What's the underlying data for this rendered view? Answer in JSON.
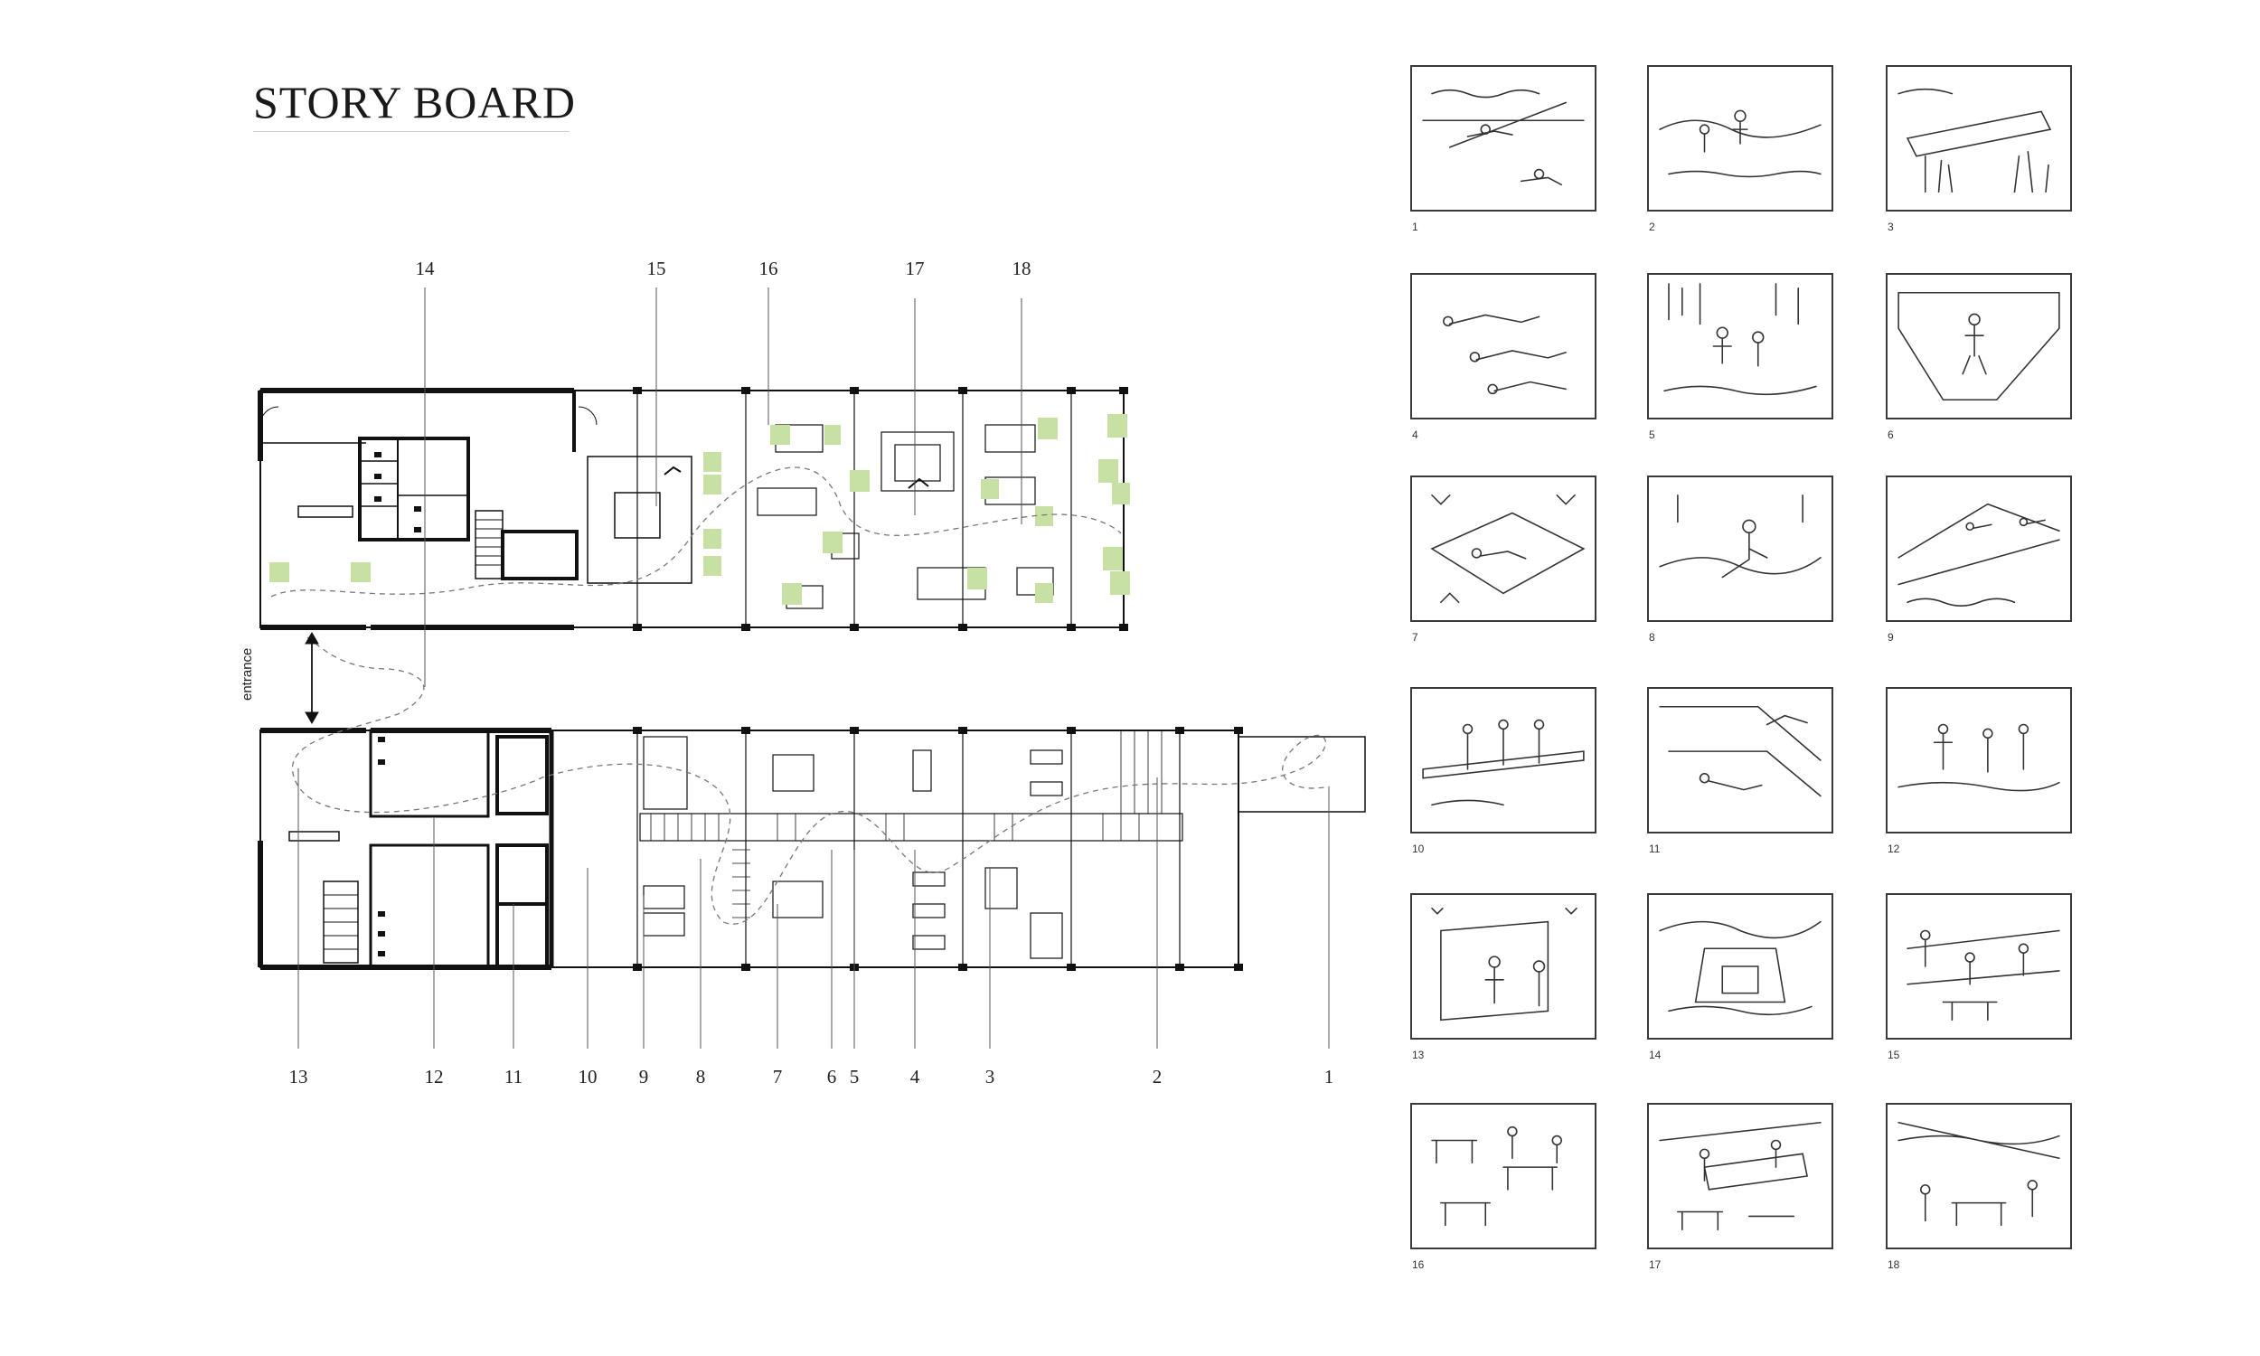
{
  "page": {
    "title": "STORY BOARD",
    "entrance_label": "entrance"
  },
  "plan": {
    "upper_callouts": [
      "14",
      "15",
      "16",
      "17",
      "18"
    ],
    "lower_callouts": [
      "13",
      "12",
      "11",
      "10",
      "9",
      "8",
      "7",
      "6",
      "5",
      "4",
      "3",
      "2",
      "1"
    ]
  },
  "storyboard": {
    "frames": [
      {
        "number": "1",
        "scene": "swimmers-pool"
      },
      {
        "number": "2",
        "scene": "figures-waterside"
      },
      {
        "number": "3",
        "scene": "reeds-platform"
      },
      {
        "number": "4",
        "scene": "reclining-figures"
      },
      {
        "number": "5",
        "scene": "figures-in-rain"
      },
      {
        "number": "6",
        "scene": "figure-on-ledge"
      },
      {
        "number": "7",
        "scene": "figure-on-raft"
      },
      {
        "number": "8",
        "scene": "seated-bather"
      },
      {
        "number": "9",
        "scene": "sunbathers-stones"
      },
      {
        "number": "10",
        "scene": "figures-at-table"
      },
      {
        "number": "11",
        "scene": "reclining-steps"
      },
      {
        "number": "12",
        "scene": "standing-figures"
      },
      {
        "number": "13",
        "scene": "figures-at-wall"
      },
      {
        "number": "14",
        "scene": "framed-landscape"
      },
      {
        "number": "15",
        "scene": "dining-group"
      },
      {
        "number": "16",
        "scene": "cafe-tables"
      },
      {
        "number": "17",
        "scene": "bar-counter"
      },
      {
        "number": "18",
        "scene": "lounge-seating"
      }
    ]
  }
}
